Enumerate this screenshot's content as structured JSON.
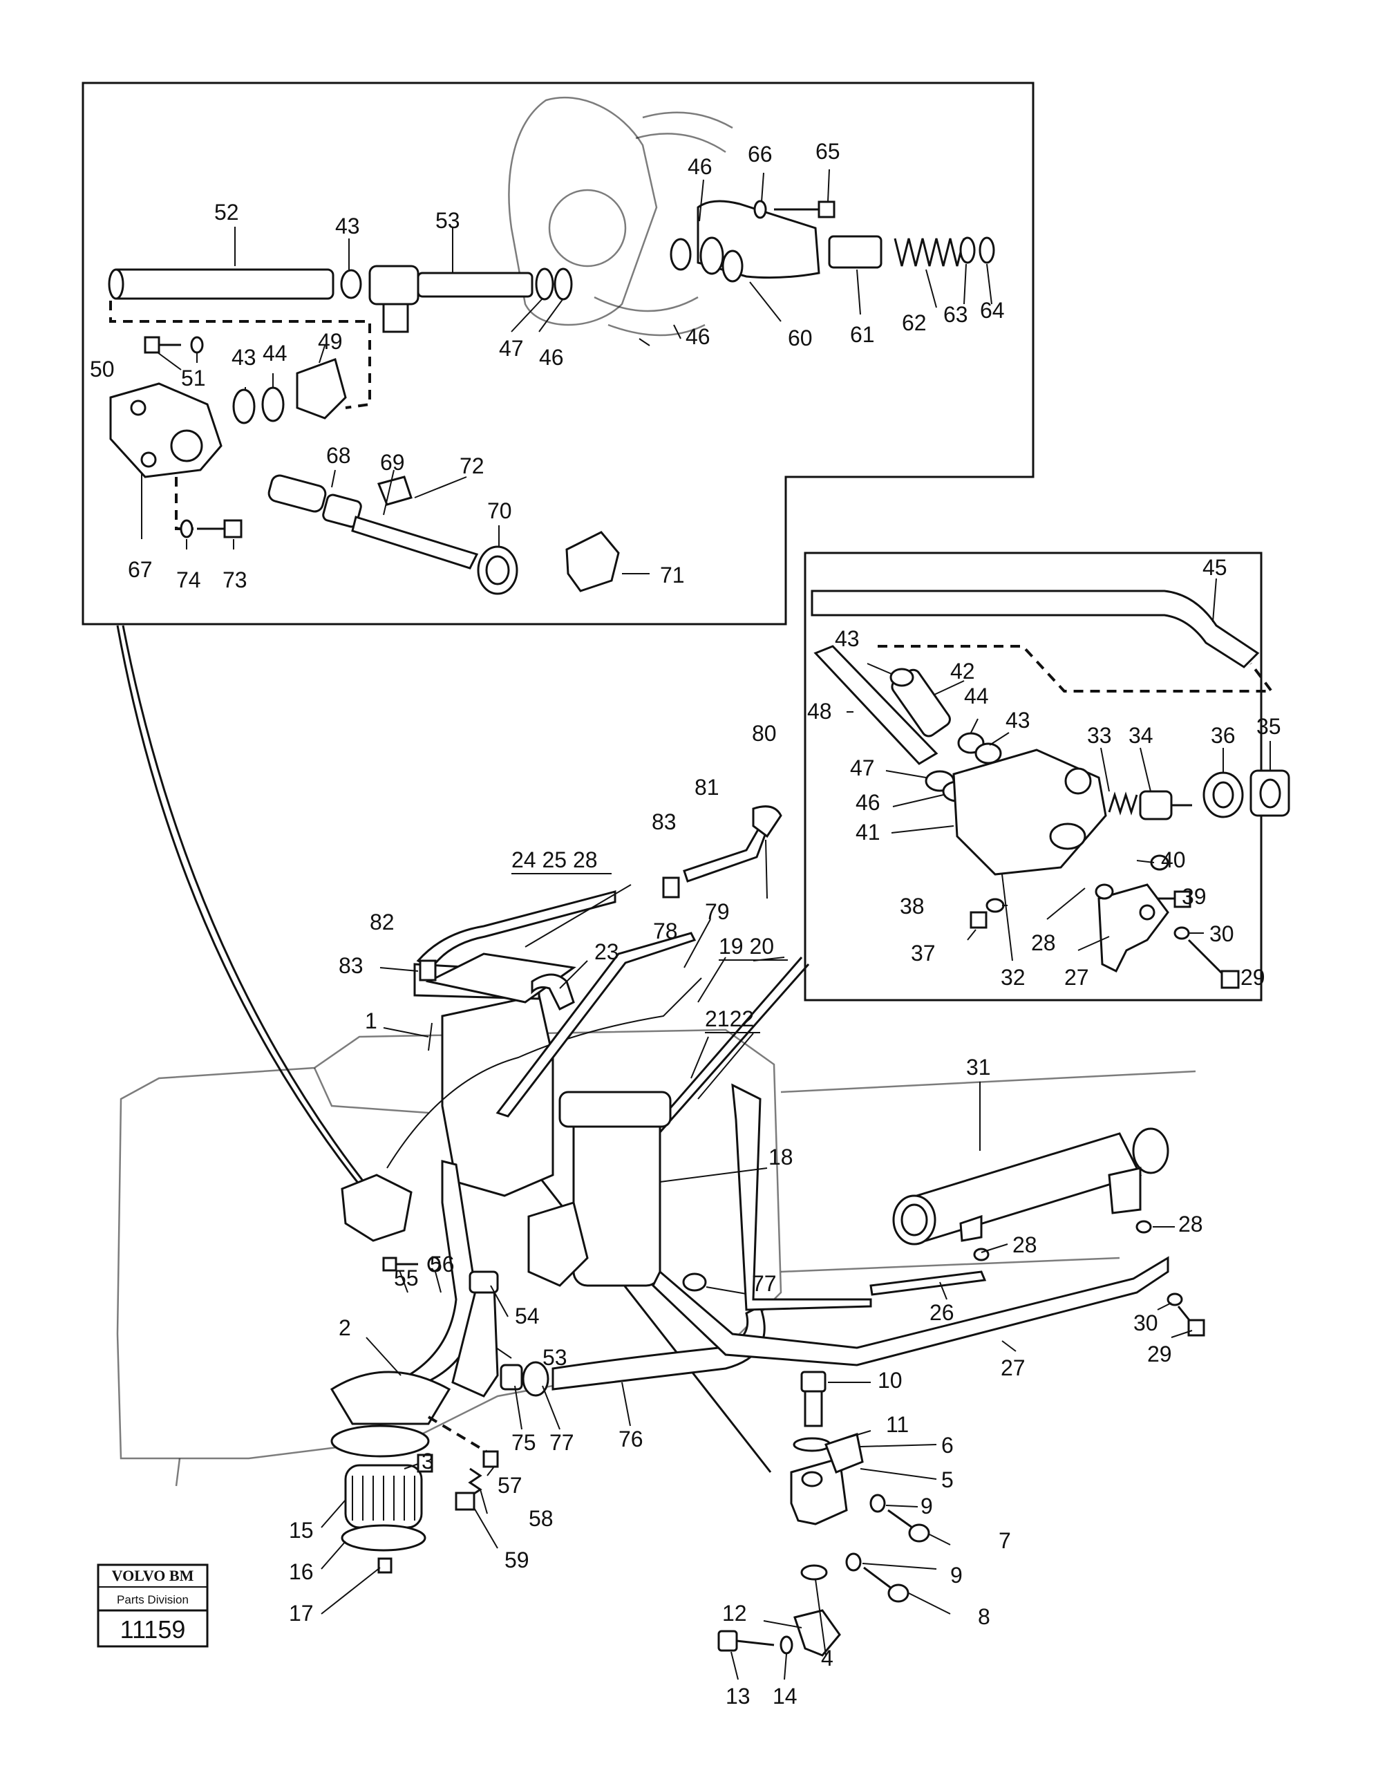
{
  "badge": {
    "brand": "VOLVO BM",
    "division": "Parts Division",
    "number": "11159"
  },
  "callouts": {
    "c1": "1",
    "c2": "2",
    "c3": "3",
    "c4": "4",
    "c5": "5",
    "c6": "6",
    "c7": "7",
    "c8": "8",
    "c9a": "9",
    "c9b": "9",
    "c10": "10",
    "c11": "11",
    "c12": "12",
    "c13": "13",
    "c14": "14",
    "c15": "15",
    "c16": "16",
    "c17": "17",
    "c18": "18",
    "c1920": "19 20",
    "c2122": "2122",
    "c23": "23",
    "c242528": "24 25 28",
    "c26": "26",
    "c27a": "27",
    "c27b": "27",
    "c28a": "28",
    "c28b": "28",
    "c28c": "28",
    "c29a": "29",
    "c29b": "29",
    "c30a": "30",
    "c30b": "30",
    "c31": "31",
    "c32": "32",
    "c33": "33",
    "c34": "34",
    "c35": "35",
    "c36": "36",
    "c37": "37",
    "c38": "38",
    "c39": "39",
    "c40": "40",
    "c41": "41",
    "c42": "42",
    "c43a": "43",
    "c43b": "43",
    "c43c": "43",
    "c43d": "43",
    "c44a": "44",
    "c44b": "44",
    "c45": "45",
    "c46a": "46",
    "c46b": "46",
    "c46c": "46",
    "c46d": "46",
    "c47a": "47",
    "c47b": "47",
    "c48": "48",
    "c49": "49",
    "c50": "50",
    "c51": "51",
    "c52": "52",
    "c53a": "53",
    "c53b": "53",
    "c54": "54",
    "c55": "55",
    "c56": "56",
    "c57": "57",
    "c58": "58",
    "c59": "59",
    "c60": "60",
    "c61": "61",
    "c62": "62",
    "c63": "63",
    "c64": "64",
    "c65": "65",
    "c66": "66",
    "c67": "67",
    "c68": "68",
    "c69": "69",
    "c70": "70",
    "c71": "71",
    "c72": "72",
    "c73": "73",
    "c74": "74",
    "c75": "75",
    "c76": "76",
    "c77a": "77",
    "c77b": "77",
    "c78": "78",
    "c79": "79",
    "c80": "80",
    "c81": "81",
    "c82": "82",
    "c83a": "83",
    "c83b": "83"
  }
}
